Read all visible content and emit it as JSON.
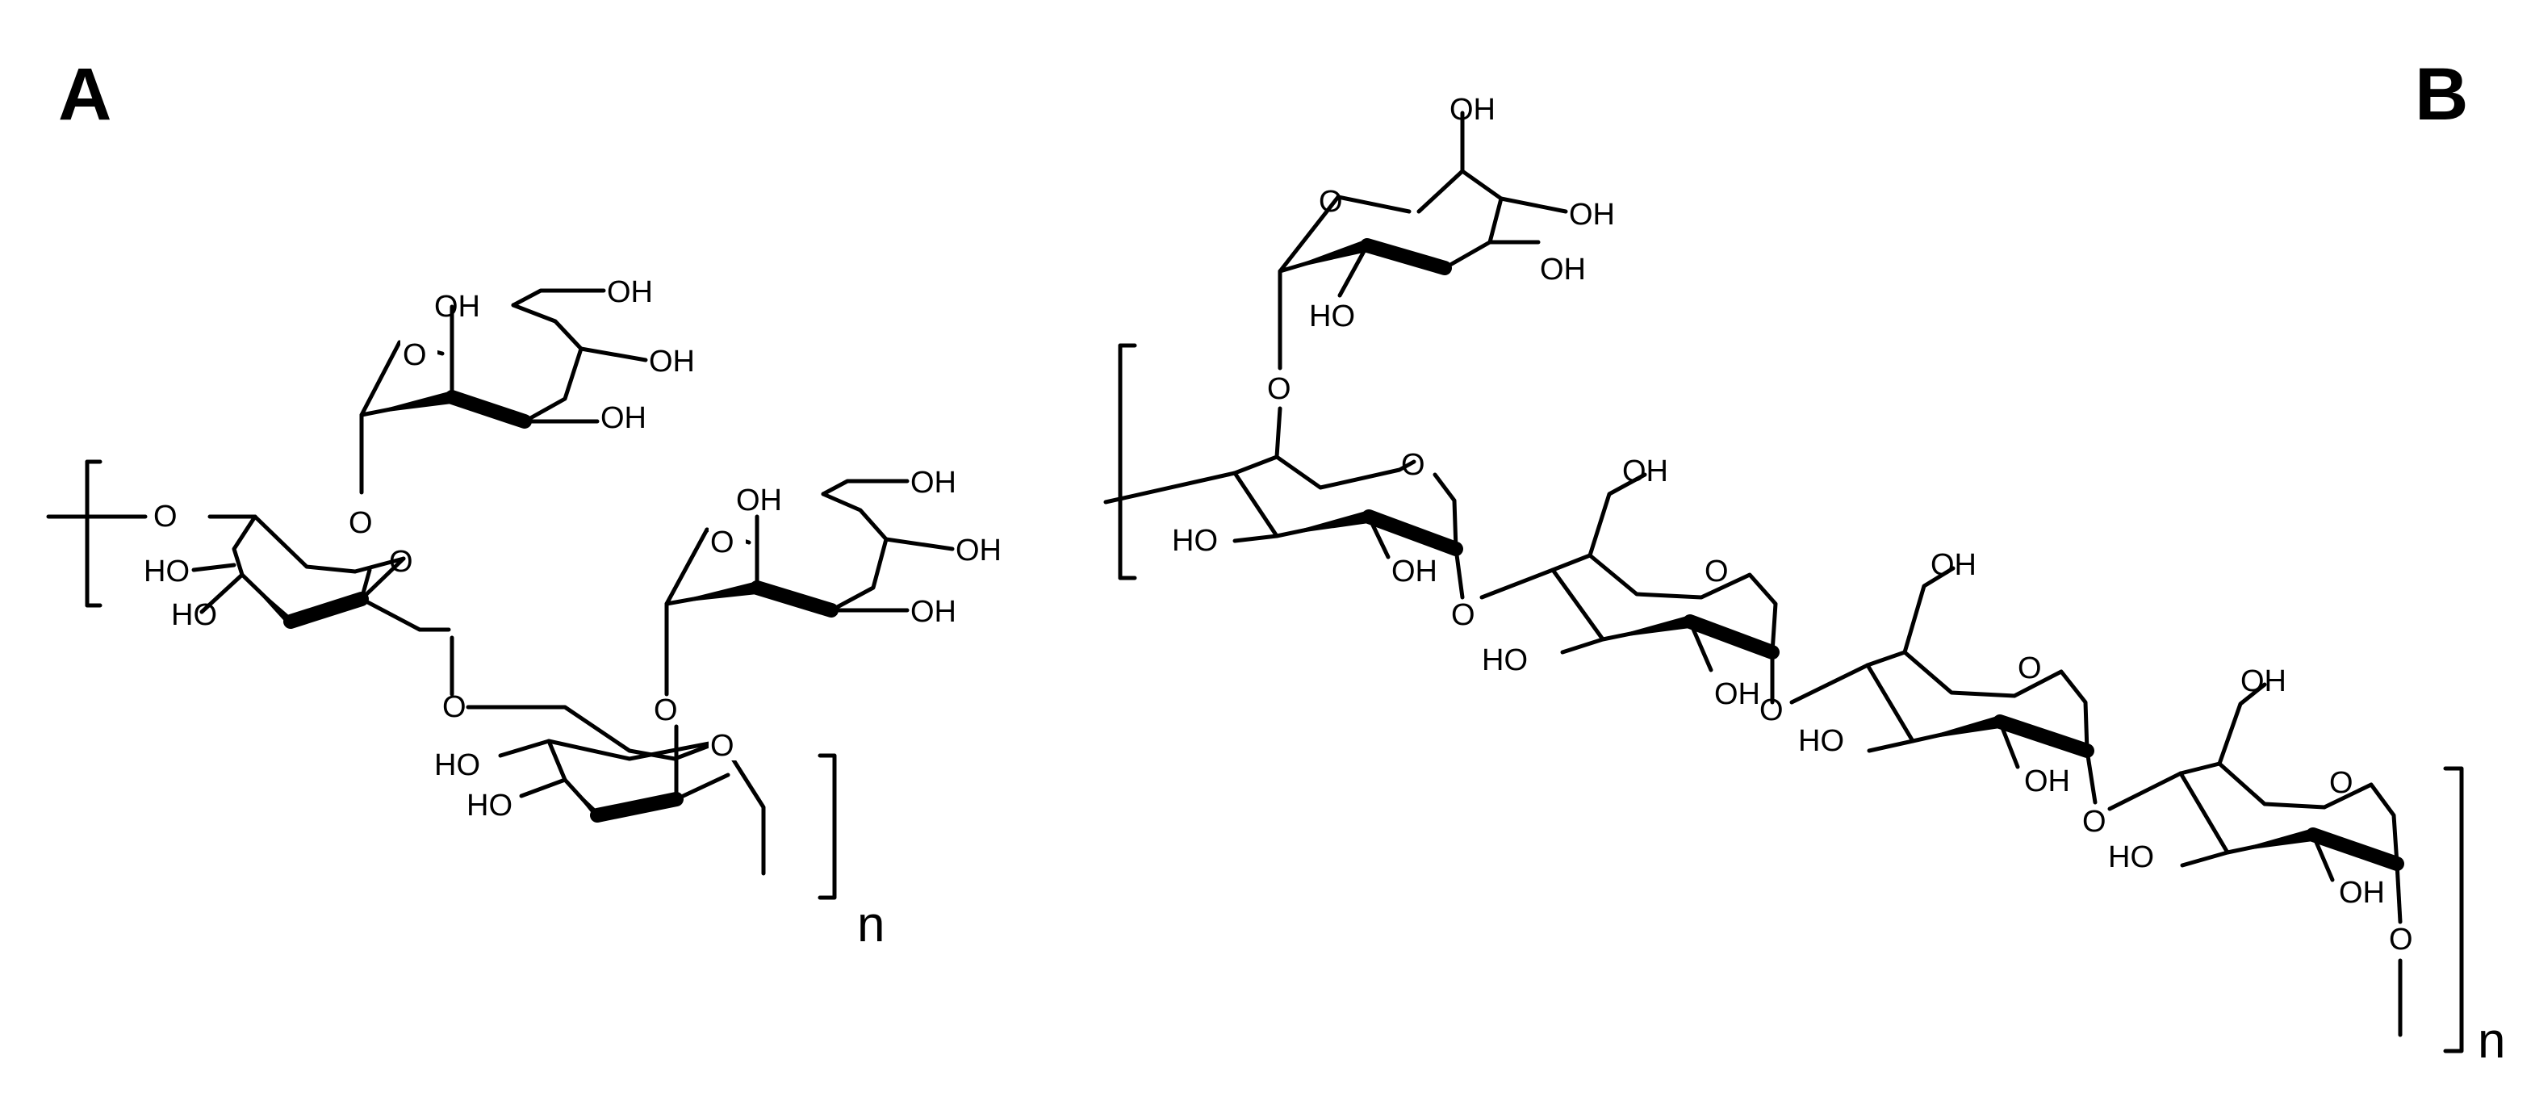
{
  "panels": {
    "a": "A",
    "b": "B"
  },
  "labels": {
    "ring_oxygen": "O",
    "hydroxyl": "OH",
    "hydroxyl_left": "HO",
    "bridge_oxygen": "O",
    "repeat": "n"
  }
}
